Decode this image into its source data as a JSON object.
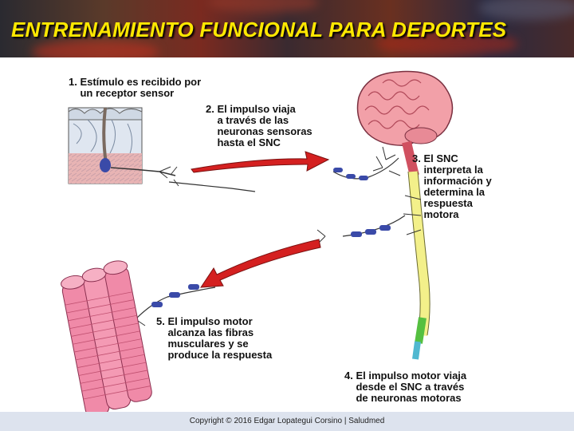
{
  "title": "ENTRENAMIENTO FUNCIONAL PARA DEPORTES",
  "steps": {
    "step1": "1. Estímulo es recibido por\n    un receptor sensor",
    "step2": "2. El impulso viaja\n    a través de las\n    neuronas sensoras\n    hasta el SNC",
    "step3": "3. El SNC\n    interpreta la\n    información y\n    determina la\n    respuesta\n    motora",
    "step4": "4. El impulso motor viaja\n    desde el SNC a través\n    de neuronas motoras",
    "step5": "5. El impulso motor\n    alcanza las fibras\n    musculares y se\n    produce la respuesta"
  },
  "footer": {
    "copyright": "Copyright © 2016 Edgar Lopategui Corsino | Saludmed"
  },
  "colors": {
    "title": "#ffe800",
    "arrow": "#d42020",
    "brain": "#f2a0a8",
    "neuron": "#3a4aa8",
    "muscle": "#f08aa8",
    "spinal": "#f3f08a"
  },
  "icons": [
    "skin-receptor-illustration",
    "brain-illustration",
    "spinal-cord-illustration",
    "muscle-fibers-illustration",
    "red-arrow-icon"
  ]
}
